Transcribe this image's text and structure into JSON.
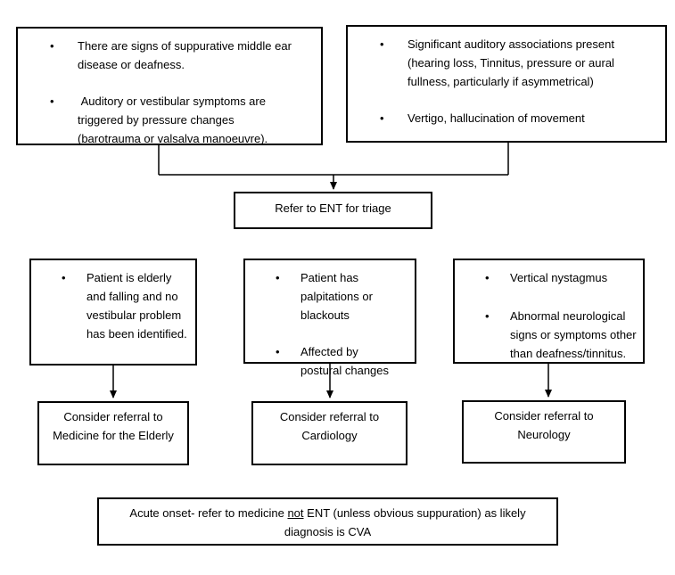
{
  "flowchart": {
    "bullet_glyph": "•",
    "criteria_suppurative": {
      "bullets": [
        "There are signs of suppurative middle ear disease or deafness.",
        " Auditory or vestibular symptoms are triggered by pressure changes (barotrauma or valsalva manoeuvre)."
      ]
    },
    "criteria_auditory": {
      "bullets": [
        "Significant auditory associations present (hearing loss, Tinnitus, pressure or aural fullness, particularly if asymmetrical)",
        "Vertigo, hallucination of movement"
      ]
    },
    "triage": {
      "label": "Refer to ENT for triage"
    },
    "criteria_elderly": {
      "bullets": [
        "Patient is elderly and falling and no vestibular problem has been identified."
      ]
    },
    "criteria_cardiology": {
      "bullets": [
        "Patient has palpitations or blackouts",
        "Affected by postural changes"
      ]
    },
    "criteria_neurology": {
      "bullets": [
        "Vertical nystagmus",
        "Abnormal neurological signs or symptoms other than deafness/tinnitus."
      ]
    },
    "referral_elderly": {
      "label": "Consider referral to Medicine for the Elderly"
    },
    "referral_cardiology": {
      "label": "Consider referral to Cardiology"
    },
    "referral_neurology": {
      "label": "Consider referral to Neurology"
    },
    "acute_note": {
      "line1_before": "Acute onset- refer to medicine ",
      "line1_underlined": "not",
      "line1_after": " ENT (unless obvious suppuration) as likely",
      "line2": "diagnosis is CVA"
    },
    "colors": {
      "border": "#000000",
      "line": "#000000",
      "text": "#000000",
      "background": "#ffffff"
    }
  }
}
